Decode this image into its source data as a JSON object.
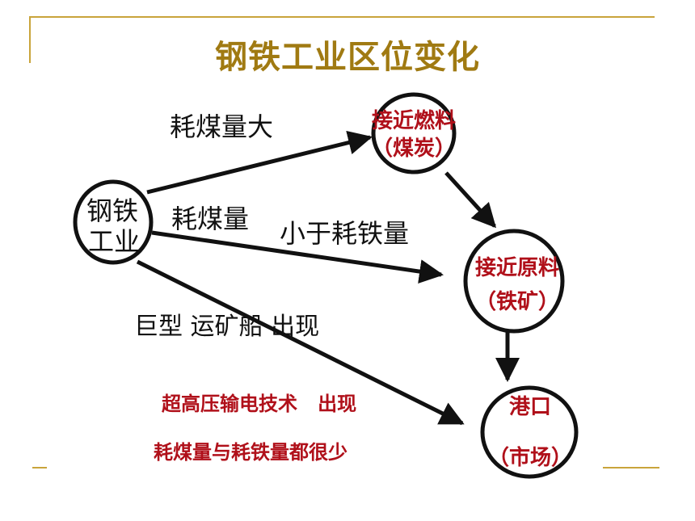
{
  "slide": {
    "title": "钢铁工业区位变化",
    "accent_color": "#c9a43b",
    "title_color": "#a07a12"
  },
  "diagram": {
    "nodes": {
      "steel": [
        "钢铁",
        "工业"
      ],
      "fuel": [
        "接近燃料",
        "（煤炭）"
      ],
      "ore": [
        "接近原料",
        "（铁矿）"
      ],
      "port": [
        "港口",
        "（市场）"
      ]
    },
    "edge_labels": {
      "to_fuel": "耗煤量大",
      "to_ore_part1": "耗煤量",
      "to_ore_part2": "小于耗铁量",
      "to_port": "巨型 运矿船 出现"
    },
    "notes": {
      "line1": "超高压输电技术   出现",
      "line2": "耗煤量与耗铁量都很少"
    },
    "text_color": "#b0101a"
  }
}
